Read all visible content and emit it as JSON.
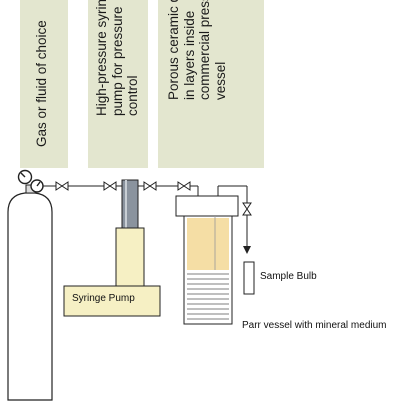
{
  "labels": {
    "gas": "Gas or fluid of choice",
    "pump_lines": [
      "High-pressure syringe",
      "pump for pressure",
      "control"
    ],
    "disk_lines": [
      "Porous ceramic disks",
      "in layers inside",
      "commercial pressure",
      "vessel"
    ],
    "syringe_pump": "Syringe Pump",
    "sample_bulb": "Sample Bulb",
    "parr_vessel": "Parr vessel with mineral medium"
  },
  "colors": {
    "label_bg": "#e3e6cf",
    "pump_fill": "#f6f0c4",
    "pump_barrel": "#8a939e",
    "vessel_fill": "#f5dea5",
    "line": "#222222"
  }
}
